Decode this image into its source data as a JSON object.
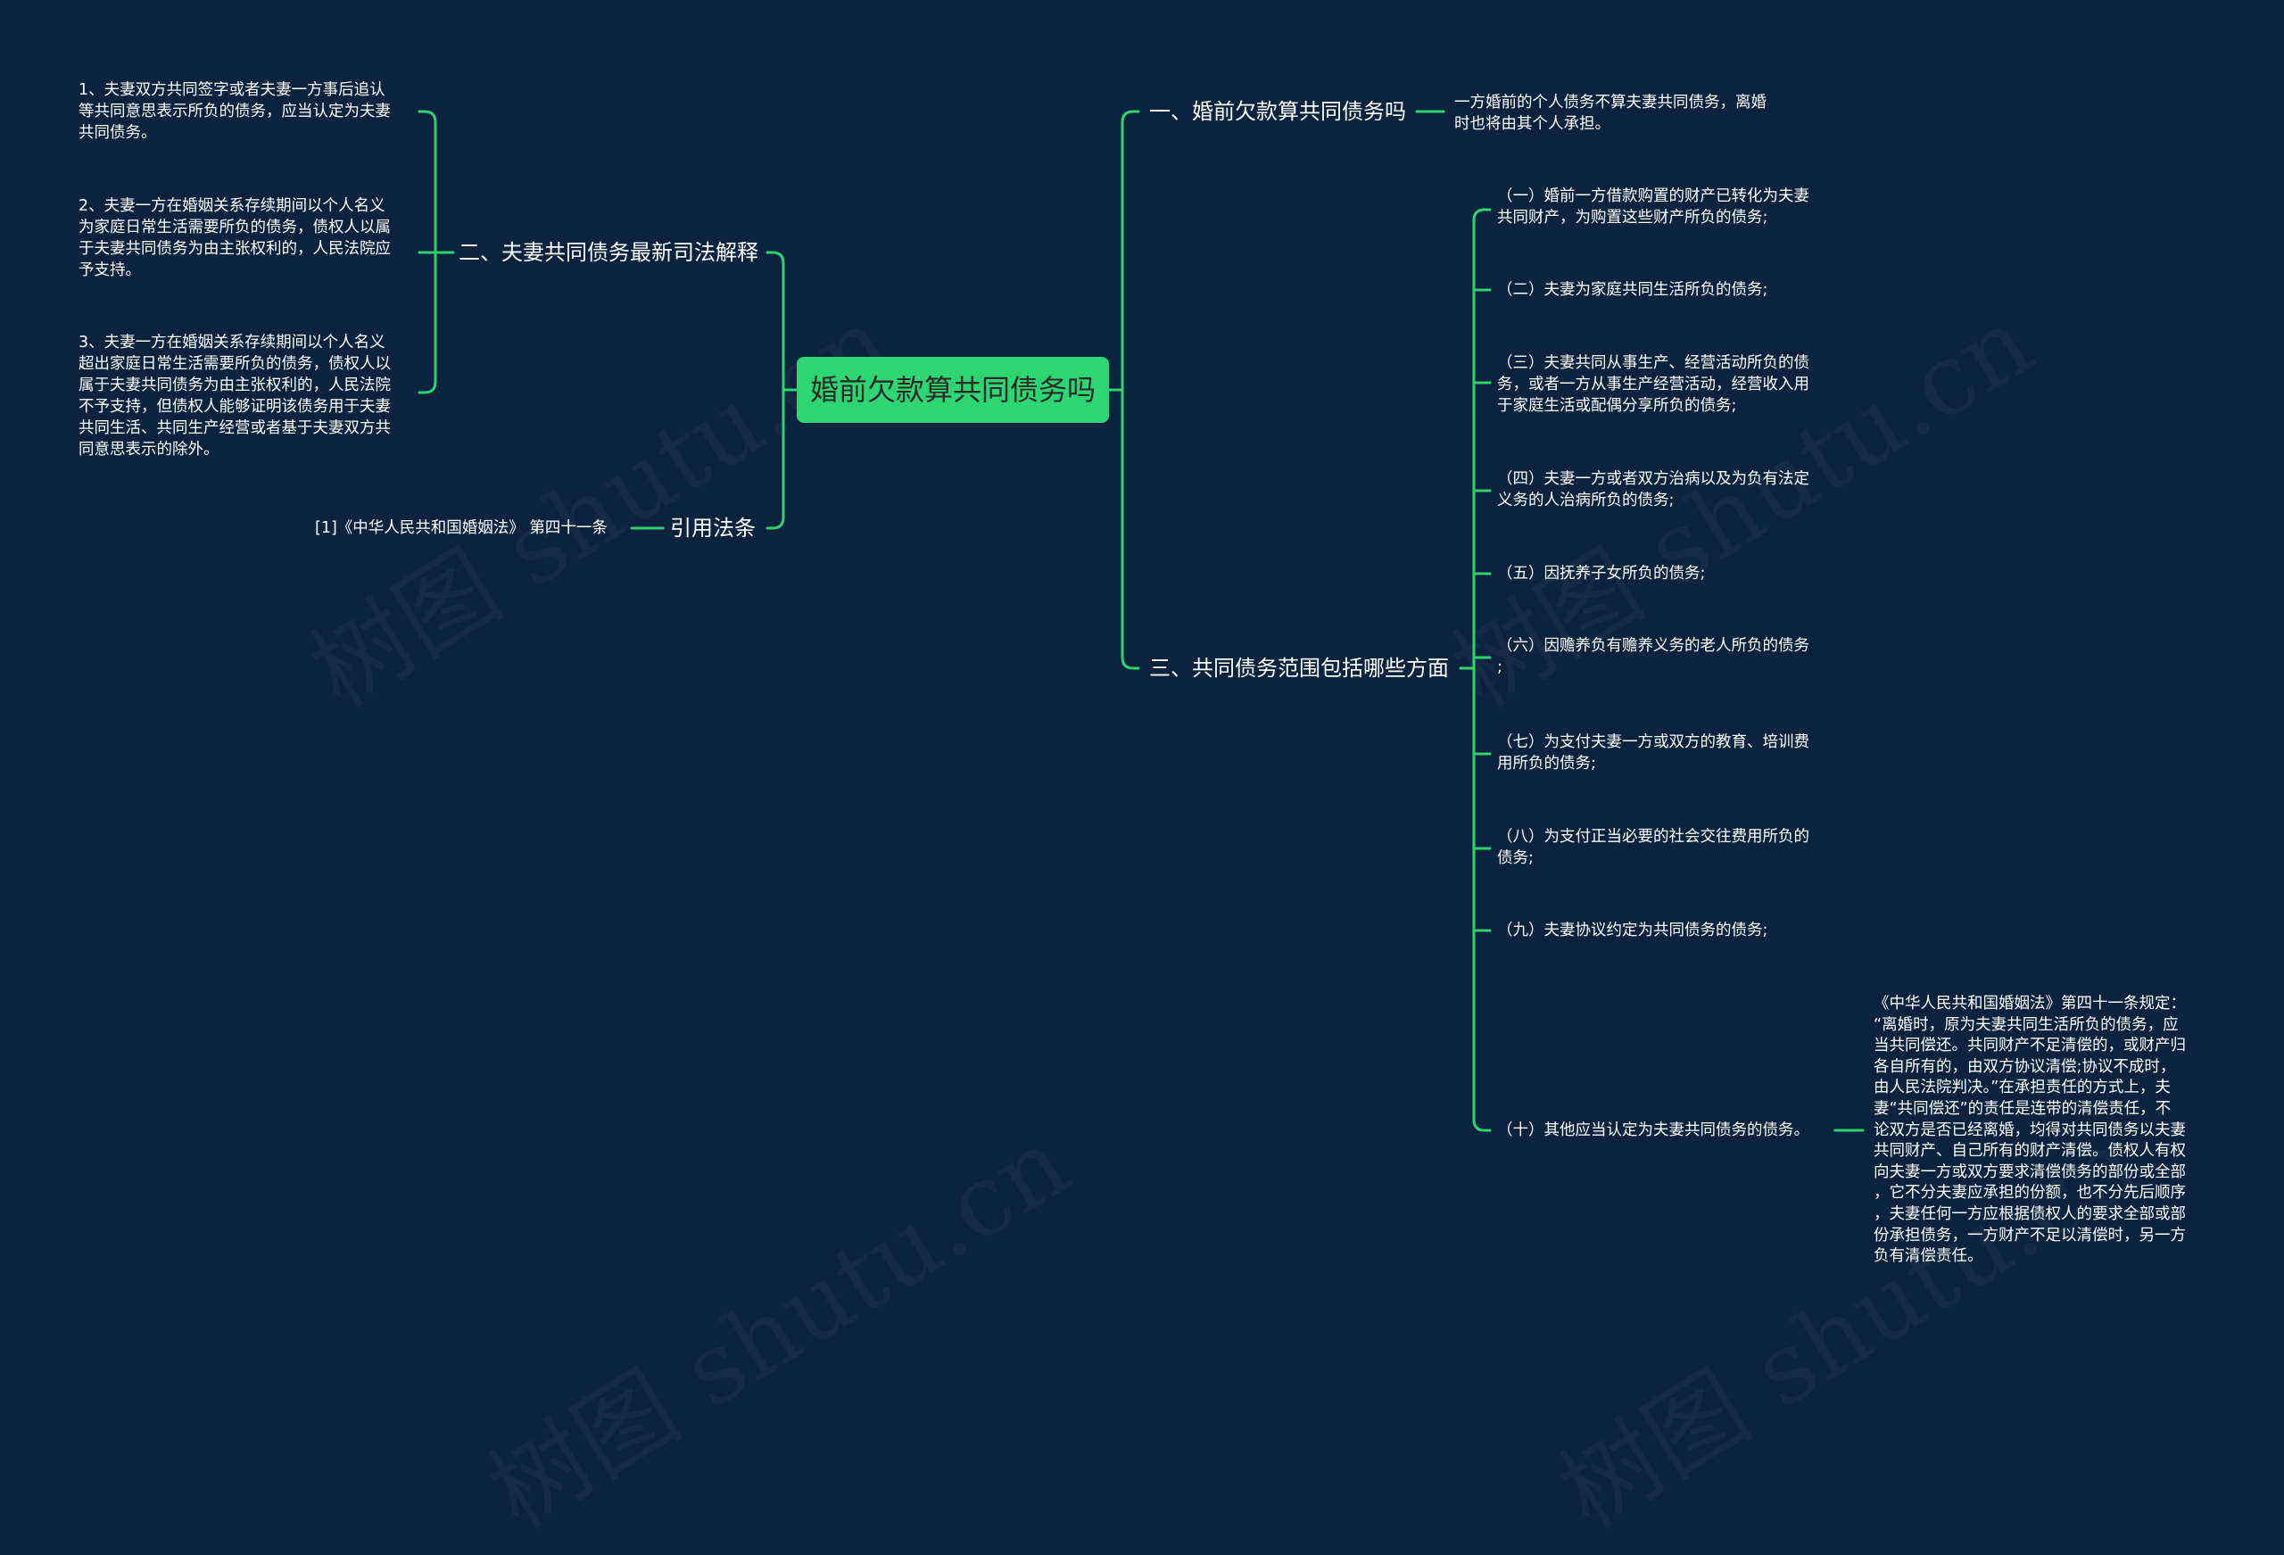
{
  "center": {
    "label": "婚前欠款算共同债务吗"
  },
  "branches": {
    "b1": {
      "label": "一、婚前欠款算共同债务吗",
      "leaf": "一方婚前的个人债务不算夫妻共同债务，离婚\n时也将由其个人承担。"
    },
    "b2": {
      "label": "二、夫妻共同债务最新司法解释",
      "leaves": [
        "1、夫妻双方共同签字或者夫妻一方事后追认\n等共同意思表示所负的债务，应当认定为夫妻\n共同债务。",
        "2、夫妻一方在婚姻关系存续期间以个人名义\n为家庭日常生活需要所负的债务，债权人以属\n于夫妻共同债务为由主张权利的，人民法院应\n予支持。",
        "3、夫妻一方在婚姻关系存续期间以个人名义\n超出家庭日常生活需要所负的债务，债权人以\n属于夫妻共同债务为由主张权利的，人民法院\n不予支持，但债权人能够证明该债务用于夫妻\n共同生活、共同生产经营或者基于夫妻双方共\n同意思表示的除外。"
      ]
    },
    "b3": {
      "label": "三、共同债务范围包括哪些方面",
      "leaves": [
        "（一）婚前一方借款购置的财产已转化为夫妻\n共同财产，为购置这些财产所负的债务;",
        "（二）夫妻为家庭共同生活所负的债务;",
        "（三）夫妻共同从事生产、经营活动所负的债\n务，或者一方从事生产经营活动，经营收入用\n于家庭生活或配偶分享所负的债务;",
        "（四）夫妻一方或者双方治病以及为负有法定\n义务的人治病所负的债务;",
        "（五）因抚养子女所负的债务;",
        "（六）因赡养负有赡养义务的老人所负的债务\n;",
        "（七）为支付夫妻一方或双方的教育、培训费\n用所负的债务;",
        "（八）为支付正当必要的社会交往费用所负的\n债务;",
        "（九）夫妻协议约定为共同债务的债务;",
        "（十）其他应当认定为夫妻共同债务的债务。"
      ],
      "detail": "《中华人民共和国婚姻法》第四十一条规定：\n“离婚时，原为夫妻共同生活所负的债务，应\n当共同偿还。共同财产不足清偿的，或财产归\n各自所有的，由双方协议清偿;协议不成时，\n由人民法院判决。”在承担责任的方式上，夫\n妻“共同偿还”的责任是连带的清偿责任，不\n论双方是否已经离婚，均得对共同债务以夫妻\n共同财产、自己所有的财产清偿。债权人有权\n向夫妻一方或双方要求清偿债务的部份或全部\n，它不分夫妻应承担的份额，也不分先后顺序\n，夫妻任何一方应根据债权人的要求全部或部\n份承担债务，一方财产不足以清偿时，另一方\n负有清偿责任。"
    },
    "b4": {
      "label": "引用法条",
      "leaf": "[1]《中华人民共和国婚姻法》 第四十一条"
    }
  },
  "watermark": "树图 shutu.cn",
  "colors": {
    "background": "#0c2340",
    "center_fill": "#2ed573",
    "connector": "#2fd36b",
    "text": "#ffffff"
  }
}
